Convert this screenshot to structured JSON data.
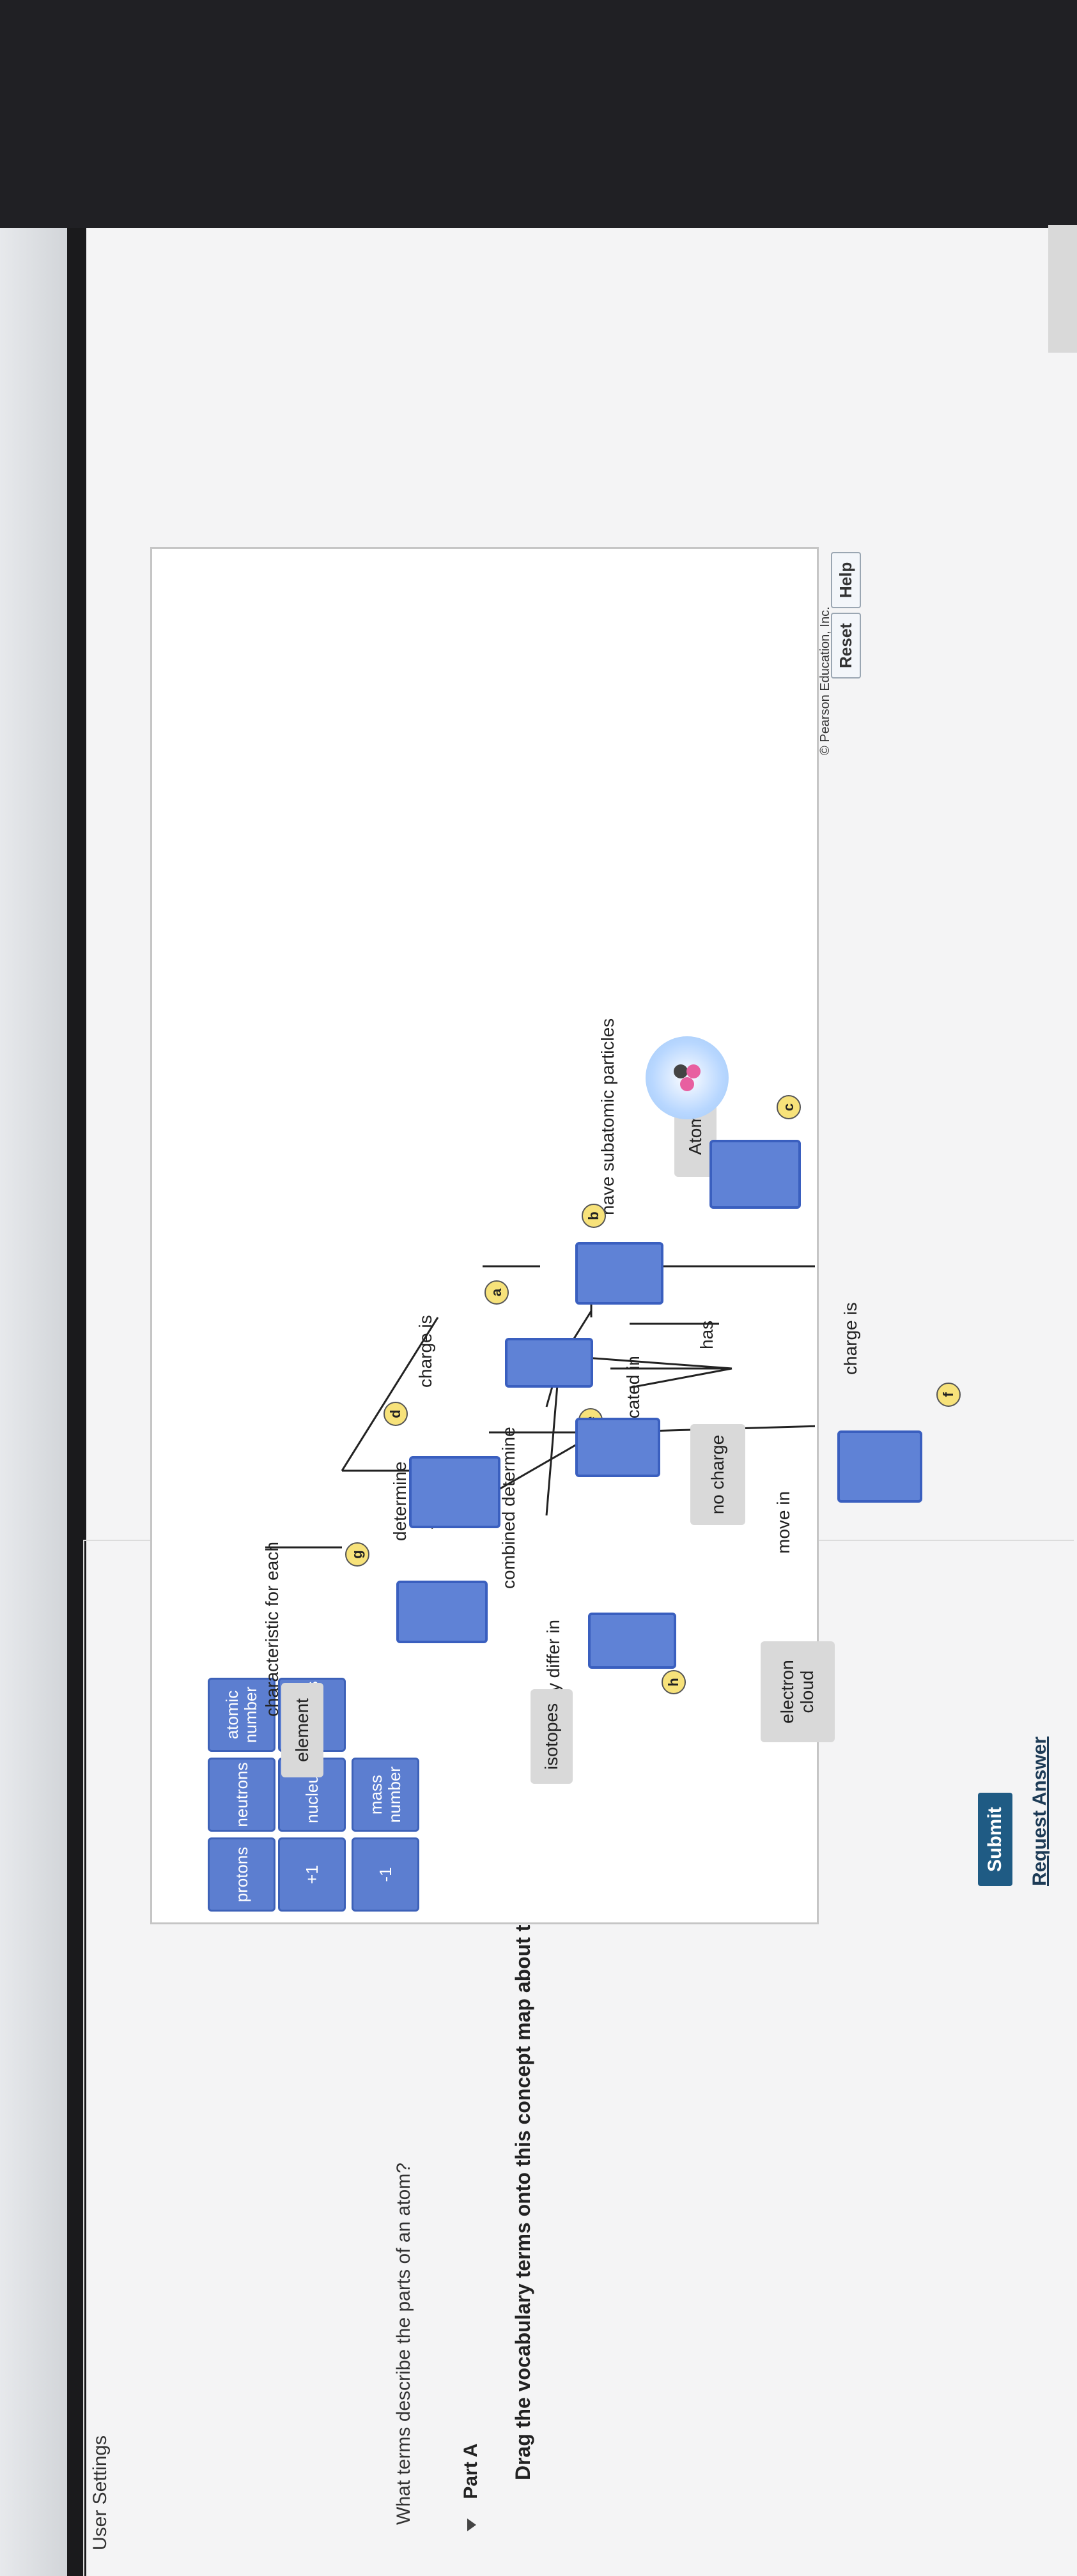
{
  "page": {
    "top_text": "User Settings",
    "question": "What terms describe the parts of an atom?",
    "part_label": "Part A",
    "instruction": "Drag the vocabulary terms onto this concept map about the components of an atom.",
    "submit_label": "Submit",
    "request_answer_label": "Request Answer",
    "copyright": "© Pearson Education, Inc."
  },
  "toolbar": {
    "reset_label": "Reset",
    "help_label": "Help"
  },
  "terms": [
    "protons",
    "+1",
    "neutrons",
    "nucleus",
    "mass number",
    "-1",
    "atomic number",
    "electrons"
  ],
  "map": {
    "title": "Atoms",
    "have_subatomic": "have subatomic particles",
    "charge_is_left": "charge is",
    "located_in": "located in",
    "has": "has",
    "no_charge": "no charge",
    "charge_is_right": "charge is",
    "move_in": "move in",
    "electron_cloud": "electron cloud",
    "determine": "determine",
    "combined_determine": "combined determine",
    "characteristic_for_each": "characteristic for each",
    "may_differ_in": "may differ in",
    "element": "element",
    "isotopes": "isotopes"
  },
  "badges": [
    "a",
    "b",
    "c",
    "d",
    "e",
    "f",
    "g",
    "h"
  ],
  "colors": {
    "term_blue": "#5c7ed0",
    "badge_yellow": "#f7e27a",
    "submit_blue": "#1f5b84"
  }
}
